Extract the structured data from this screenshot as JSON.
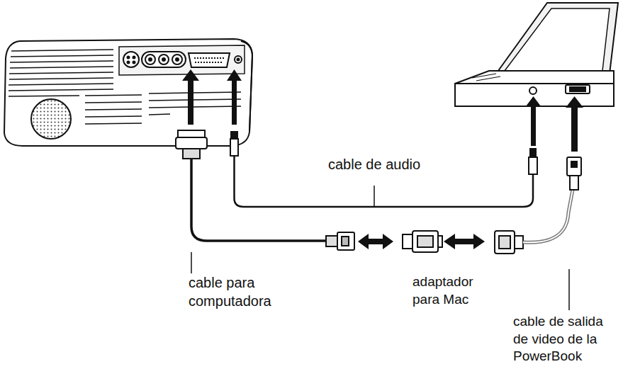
{
  "diagram": {
    "labels": [
      "cable de audio",
      "cable para computadora",
      "adaptador para Mac",
      "cable de salida de video de la PowerBook"
    ]
  }
}
